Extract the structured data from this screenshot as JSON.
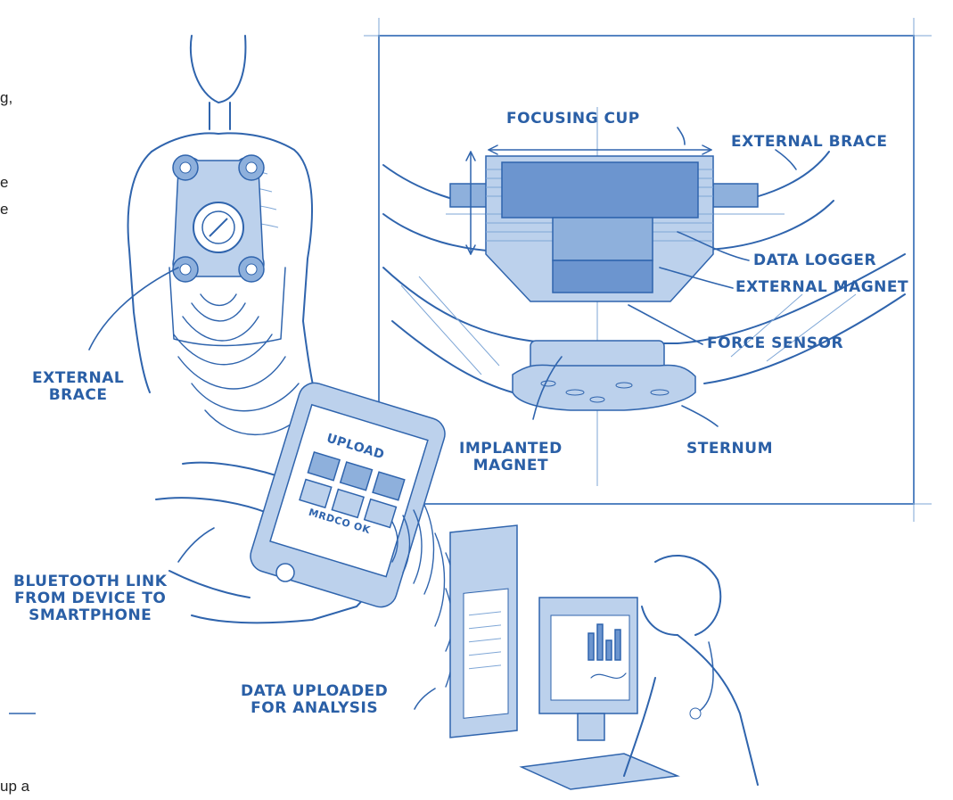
{
  "colors": {
    "ink": "#2f64ad",
    "label": "#2a5fa6",
    "shade_light": "#bcd1ec",
    "shade_mid": "#8eb0dc",
    "shade_dark": "#6c95cf"
  },
  "labels": {
    "focusing_cup": "FOCUSING CUP",
    "external_brace_top": "EXTERNAL BRACE",
    "data_logger": "DATA LOGGER",
    "external_magnet": "EXTERNAL MAGNET",
    "force_sensor": "FORCE SENSOR",
    "implanted_magnet": "IMPLANTED\nMAGNET",
    "sternum": "STERNUM",
    "external_brace_left": "EXTERNAL\nBRACE",
    "bluetooth_link": "BLUETOOTH LINK\nFROM DEVICE TO\nSMARTPHONE",
    "data_uploaded": "DATA UPLOADED\nFOR ANALYSIS"
  },
  "phone": {
    "screen_text_1": "UPLOAD",
    "screen_text_2": "MRDCO OK"
  },
  "cropped_text": {
    "frag_1": "g,",
    "frag_2": "e",
    "frag_3": "e",
    "frag_4": "up a"
  }
}
